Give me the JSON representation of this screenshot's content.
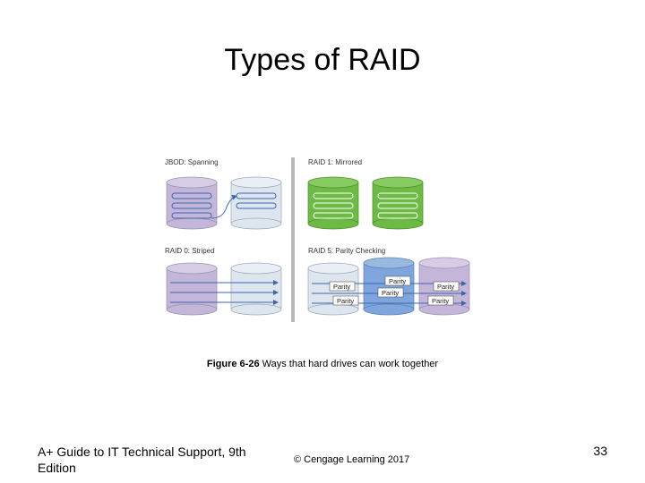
{
  "slide": {
    "title": "Types of RAID",
    "page_number": "33"
  },
  "figure": {
    "panels": {
      "jbod": "JBOD: Spanning",
      "raid1": "RAID 1: Mirrored",
      "raid0": "RAID 0: Striped",
      "raid5": "RAID 5: Parity Checking"
    },
    "parity_label": "Parity",
    "caption_bold": "Figure 6-26",
    "caption_text": " Ways that hard drives can work together"
  },
  "footer": {
    "book": "A+ Guide to IT Technical Support, 9th Edition",
    "copyright": "© Cengage Learning  2017"
  },
  "colors": {
    "purple_disk": "#c3b6d8",
    "light_disk": "#dde6ef",
    "green_disk": "#6dbb45",
    "blue_disk": "#7ea6dc",
    "divider": "#b8b8b8",
    "arrow": "#3a66b0"
  }
}
